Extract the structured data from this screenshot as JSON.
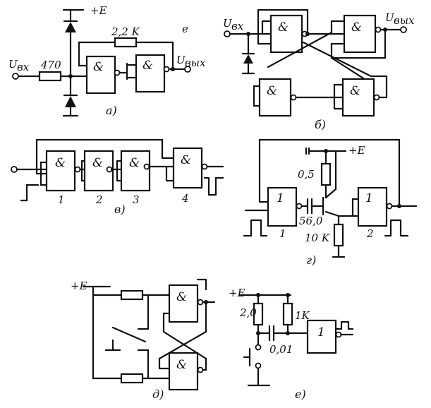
{
  "panel_a": {
    "caption": "а)",
    "supply": "+E",
    "resistor_feedback": "2,2 K",
    "resistor_input": "470",
    "input_label": "U",
    "input_sub": "вх",
    "output_label": "U",
    "output_sub": "вых",
    "gate1": "&",
    "gate2": "&",
    "stray_mark": "е"
  },
  "panel_b": {
    "caption": "б)",
    "input_label": "U",
    "input_sub": "вх",
    "output_label": "U",
    "output_sub": "вых",
    "gates": [
      "&",
      "&",
      "&",
      "&"
    ]
  },
  "panel_c": {
    "caption": "в)",
    "gates": [
      "&",
      "&",
      "&",
      "&"
    ],
    "numbers": [
      "1",
      "2",
      "3",
      "4"
    ]
  },
  "panel_g": {
    "caption": "г)",
    "supply": "+E",
    "r1": "0,5",
    "capacitor": "56,0",
    "r2": "10 K",
    "gates": [
      "1",
      "1"
    ],
    "numbers": [
      "1",
      "2"
    ]
  },
  "panel_d": {
    "caption": "д)",
    "supply": "+E",
    "gates": [
      "&",
      "&"
    ]
  },
  "panel_e": {
    "caption": "е)",
    "supply": "+E",
    "r1": "2,0",
    "r2": "1K",
    "capacitor": "0,01",
    "gate": "1"
  }
}
